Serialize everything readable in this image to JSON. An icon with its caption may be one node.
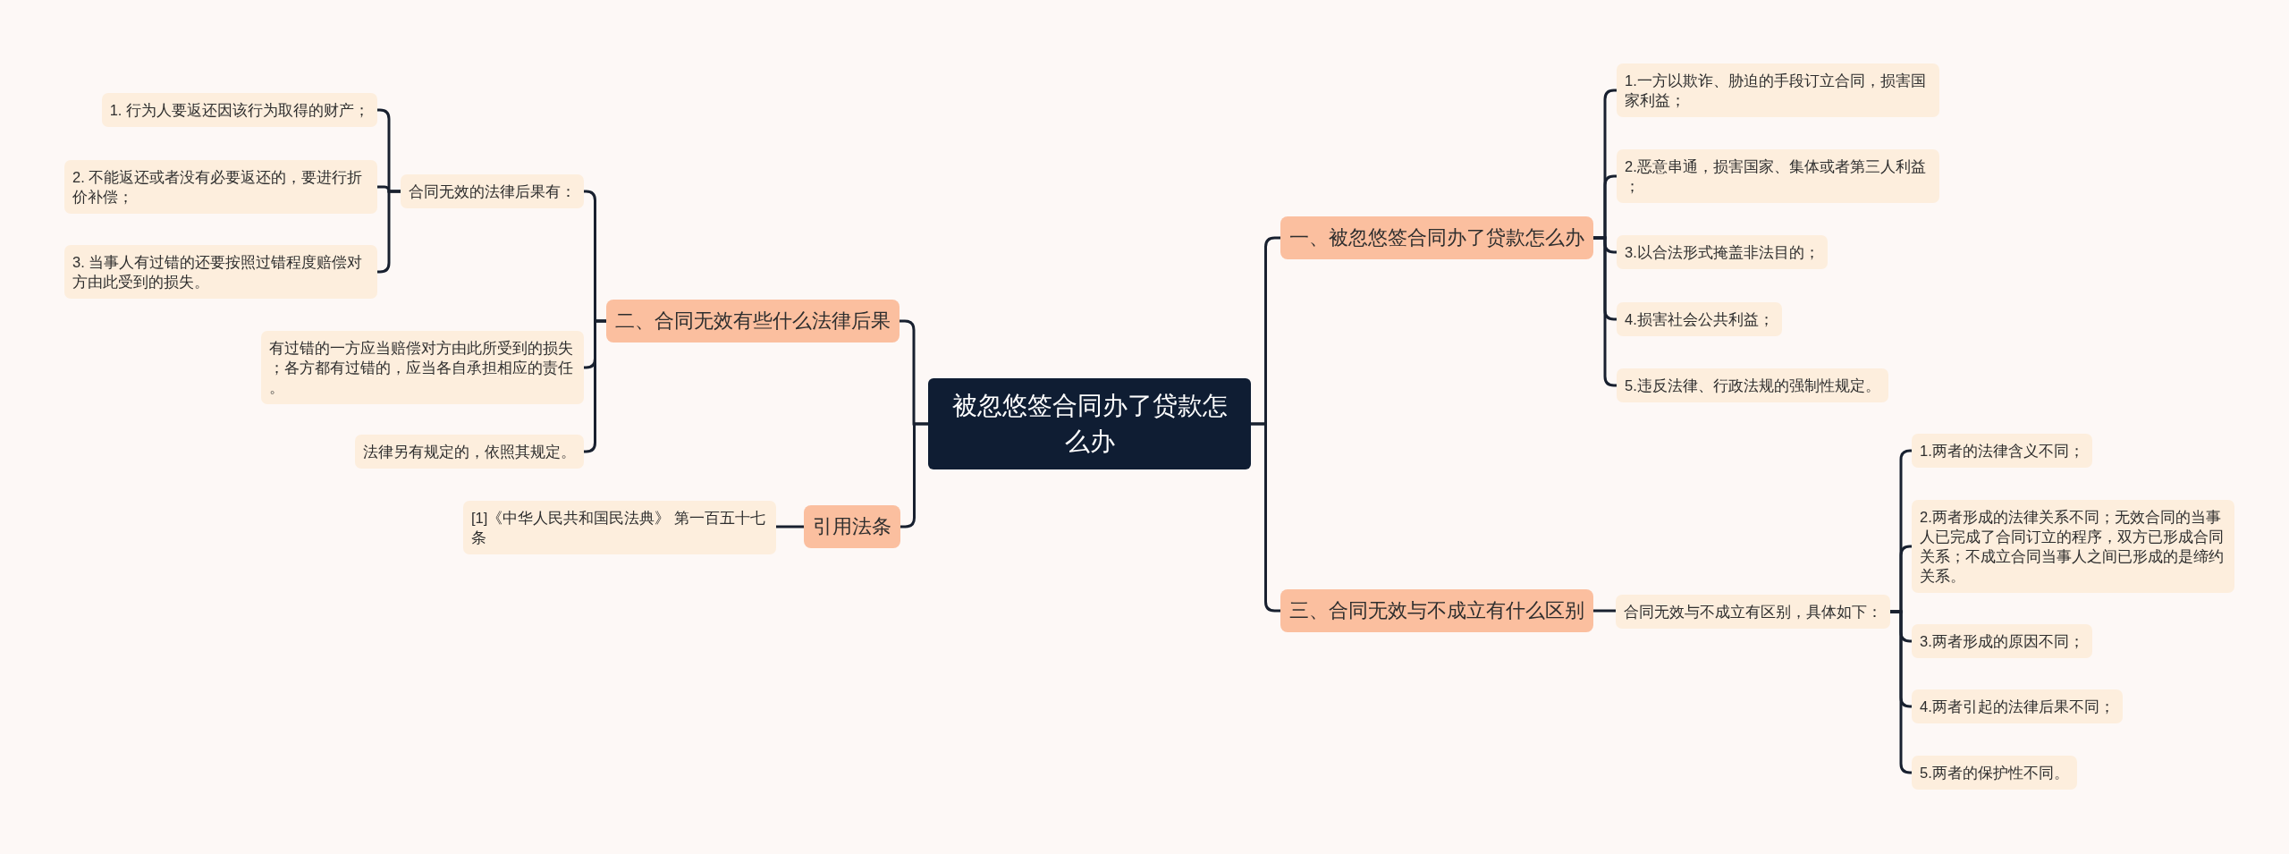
{
  "diagram": {
    "nodes": [
      {
        "text": [
          "被忽悠签合同办了贷款怎么办"
        ]
      },
      {
        "text": [
          "一、被忽悠签合同办了贷款怎么办"
        ]
      },
      {
        "text": [
          "1.一方以欺诈、胁迫的手段订立合同，损害国家利益；"
        ]
      },
      {
        "text": [
          "2.恶意串通，损害国家、集体或者第三人利益；"
        ]
      },
      {
        "text": [
          "3.以合法形式掩盖非法目的；"
        ]
      },
      {
        "text": [
          "4.损害社会公共利益；"
        ]
      },
      {
        "text": [
          "5.违反法律、行政法规的强制性规定。"
        ]
      },
      {
        "text": [
          "三、合同无效与不成立有什么区别"
        ]
      },
      {
        "text": [
          "合同无效与不成立有区别，具体如下："
        ]
      },
      {
        "text": [
          "1.两者的法律含义不同；"
        ]
      },
      {
        "text": [
          "2.两者形成的法律关系不同；无效合同的当事人已完成了合同订立的程序，双方已形成合同关系；不成立合同当事人之间已形成的是缔约关系。"
        ]
      },
      {
        "text": [
          "3.两者形成的原因不同；"
        ]
      },
      {
        "text": [
          "4.两者引起的法律后果不同；"
        ]
      },
      {
        "text": [
          "5.两者的保护性不同。"
        ]
      },
      {
        "text": [
          "二、合同无效有些什么法律后果"
        ]
      },
      {
        "text": [
          "合同无效的法律后果有："
        ]
      },
      {
        "text": [
          "1. 行为人要返还因该行为取得的财产；"
        ]
      },
      {
        "text": [
          "2. 不能返还或者没有必要返还的，要进行折价补偿；"
        ]
      },
      {
        "text": [
          "3. 当事人有过错的还要按照过错程度赔偿对方由此受到的损失。"
        ]
      },
      {
        "text": [
          "有过错的一方应当赔偿对方由此所受到的损失；各方都有过错的，应当各自承担相应的责任。"
        ]
      },
      {
        "text": [
          "法律另有规定的，依照其规定。"
        ]
      },
      {
        "text": [
          "引用法条"
        ]
      },
      {
        "text": [
          "[1]《中华人民共和国民法典》 第一百五十七条"
        ]
      }
    ],
    "edges": [
      {
        "from": 0,
        "to": 1,
        "arrow": "none"
      },
      {
        "from": 1,
        "to": 2,
        "arrow": "none"
      },
      {
        "from": 1,
        "to": 3,
        "arrow": "none"
      },
      {
        "from": 1,
        "to": 4,
        "arrow": "none"
      },
      {
        "from": 1,
        "to": 5,
        "arrow": "none"
      },
      {
        "from": 1,
        "to": 6,
        "arrow": "none"
      },
      {
        "from": 0,
        "to": 7,
        "arrow": "none"
      },
      {
        "from": 7,
        "to": 8,
        "arrow": "none"
      },
      {
        "from": 8,
        "to": 9,
        "arrow": "none"
      },
      {
        "from": 8,
        "to": 10,
        "arrow": "none"
      },
      {
        "from": 8,
        "to": 11,
        "arrow": "none"
      },
      {
        "from": 8,
        "to": 12,
        "arrow": "none"
      },
      {
        "from": 8,
        "to": 13,
        "arrow": "none"
      },
      {
        "from": 0,
        "to": 14,
        "arrow": "none"
      },
      {
        "from": 14,
        "to": 15,
        "arrow": "none"
      },
      {
        "from": 15,
        "to": 16,
        "arrow": "none"
      },
      {
        "from": 15,
        "to": 17,
        "arrow": "none"
      },
      {
        "from": 15,
        "to": 18,
        "arrow": "none"
      },
      {
        "from": 14,
        "to": 19,
        "arrow": "none"
      },
      {
        "from": 14,
        "to": 20,
        "arrow": "none"
      },
      {
        "from": 0,
        "to": 21,
        "arrow": "none"
      },
      {
        "from": 21,
        "to": 22,
        "arrow": "none"
      }
    ]
  }
}
